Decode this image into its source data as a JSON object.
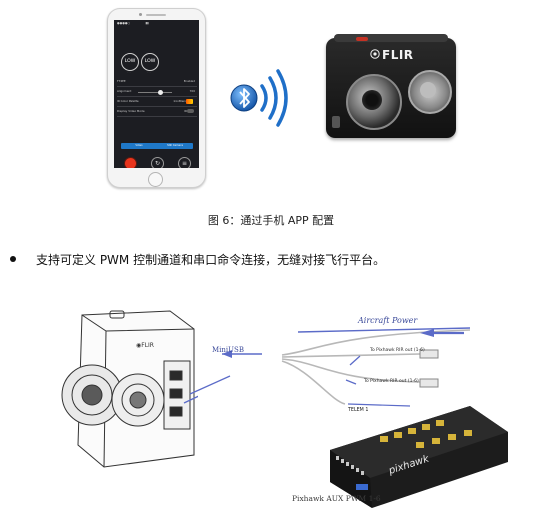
{
  "phone_app": {
    "gauge_left": "LOW",
    "gauge_right": "LOW",
    "row1_label": "TT4EE",
    "row1_value": "Enabled",
    "row2_label": "Alignment",
    "row2_value": "700",
    "row3_label": "IR Color Palette",
    "row3_value": "IronBlend",
    "row4_label": "Display Video Mode",
    "row4_value": "IR",
    "tab_left": "Video",
    "tab_right": "Still Camera"
  },
  "camera_brand": "FLIR",
  "caption": "图 6：通过手机 APP 配置",
  "bullet_text": "支持可定义 PWM 控制通道和串口命令连接，无缝对接飞行平台。",
  "diagram": {
    "aircraft_power": "Aircraft Power",
    "mini_usb": "MiniUSB",
    "rx_out_1": "To Pixhawk RIR out (1-6)",
    "rx_out_2": "To Pixhawk RIR out (1-6)",
    "telem": "TELEM 1",
    "pixhawk_aux": "Pixhawk AUX PWM  1-6",
    "board_logo": "pixhawk"
  },
  "colors": {
    "arrow": "#5b6bc8",
    "bluetooth": "#1f6fc8",
    "record": "#e8341c",
    "accent_tab": "#1f78c8"
  }
}
